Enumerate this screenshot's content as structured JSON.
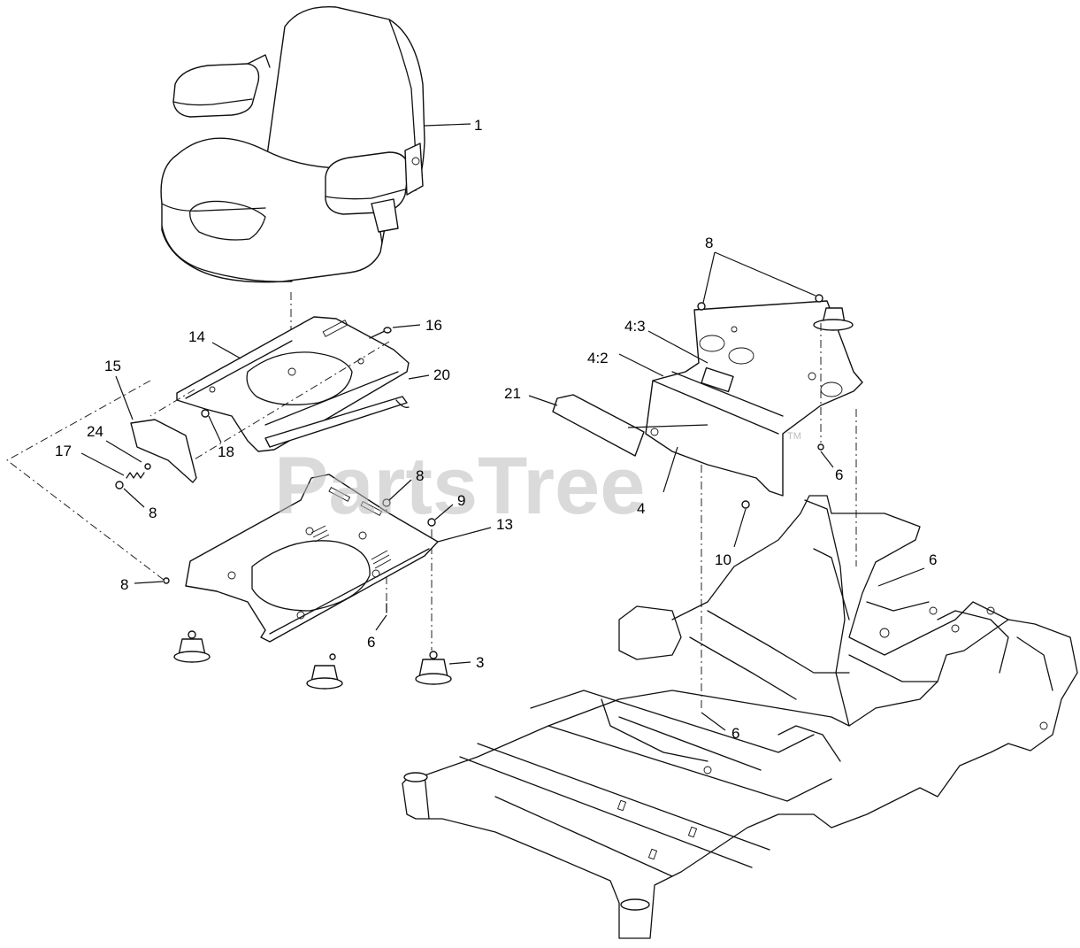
{
  "watermark": {
    "text": "PartsTree",
    "trademark": "TM"
  },
  "callouts": [
    {
      "id": "c1",
      "label": "1"
    },
    {
      "id": "c14",
      "label": "14"
    },
    {
      "id": "c16",
      "label": "16"
    },
    {
      "id": "c15",
      "label": "15"
    },
    {
      "id": "c20",
      "label": "20"
    },
    {
      "id": "c18",
      "label": "18"
    },
    {
      "id": "c24",
      "label": "24"
    },
    {
      "id": "c17",
      "label": "17"
    },
    {
      "id": "c8a",
      "label": "8"
    },
    {
      "id": "c8b",
      "label": "8"
    },
    {
      "id": "c9",
      "label": "9"
    },
    {
      "id": "c13",
      "label": "13"
    },
    {
      "id": "c8c",
      "label": "8"
    },
    {
      "id": "c6a",
      "label": "6"
    },
    {
      "id": "c3",
      "label": "3"
    },
    {
      "id": "c8d",
      "label": "8"
    },
    {
      "id": "c43",
      "label": "4:3"
    },
    {
      "id": "c42",
      "label": "4:2"
    },
    {
      "id": "c21",
      "label": "21"
    },
    {
      "id": "c6b",
      "label": "6"
    },
    {
      "id": "c4",
      "label": "4"
    },
    {
      "id": "c10",
      "label": "10"
    },
    {
      "id": "c6c",
      "label": "6"
    },
    {
      "id": "c6d",
      "label": "6"
    }
  ]
}
